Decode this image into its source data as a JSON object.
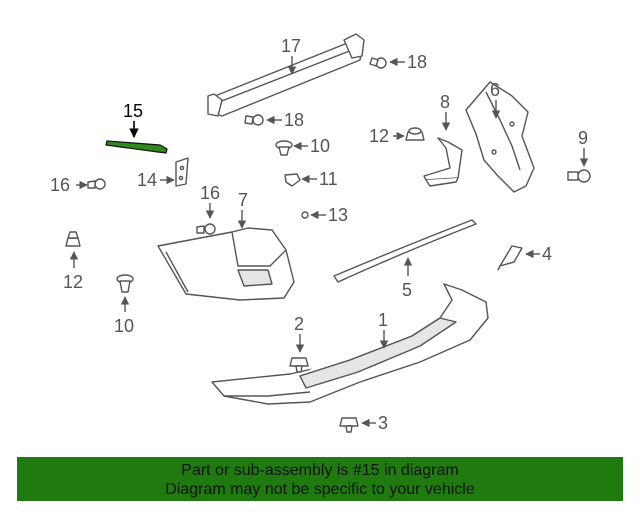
{
  "highlight_color": "#2f8a1c",
  "banner_color": "#1f7a10",
  "callouts": {
    "c1": "1",
    "c2": "2",
    "c3": "3",
    "c4": "4",
    "c5": "5",
    "c6": "6",
    "c7": "7",
    "c8": "8",
    "c9": "9",
    "c10a": "10",
    "c10b": "10",
    "c11": "11",
    "c12a": "12",
    "c12b": "12",
    "c13": "13",
    "c14": "14",
    "c15": "15",
    "c16a": "16",
    "c16b": "16",
    "c17": "17",
    "c18a": "18",
    "c18b": "18"
  },
  "banner": {
    "line1": "Part or sub-assembly is #15 in diagram",
    "line2": "Diagram may not be specific to your vehicle"
  }
}
